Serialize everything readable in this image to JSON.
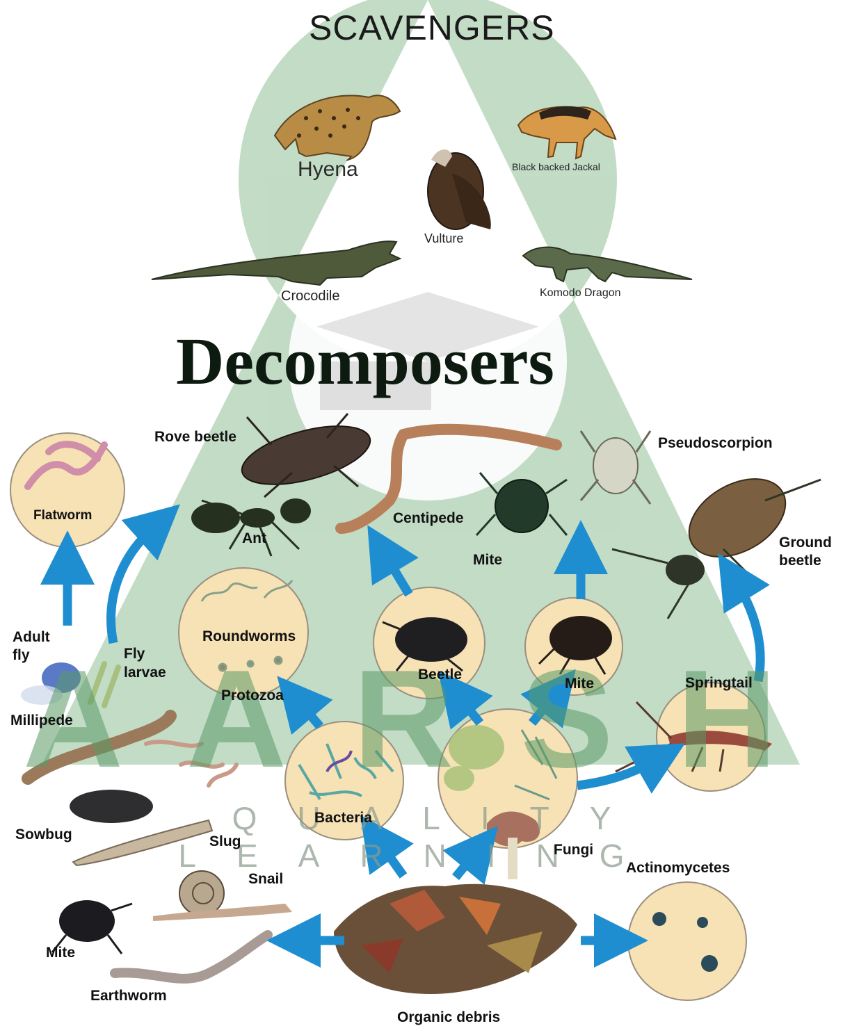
{
  "titles": {
    "scavengers": "SCAVENGERS",
    "decomposers": "Decomposers"
  },
  "scavengers": {
    "hyena": "Hyena",
    "jackal": "Black backed Jackal",
    "vulture": "Vulture",
    "crocodile": "Crocodile",
    "komodo": "Komodo Dragon"
  },
  "organisms": {
    "rove_beetle": "Rove beetle",
    "pseudoscorpion": "Pseudoscorpion",
    "flatworm": "Flatworm",
    "ant": "Ant",
    "centipede": "Centipede",
    "mite_top": "Mite",
    "ground_beetle_1": "Ground",
    "ground_beetle_2": "beetle",
    "adult_fly_1": "Adult",
    "adult_fly_2": "fly",
    "fly_larvae_1": "Fly",
    "fly_larvae_2": "larvae",
    "roundworms": "Roundworms",
    "protozoa": "Protozoa",
    "beetle": "Beetle",
    "mite_mid": "Mite",
    "springtail": "Springtail",
    "millipede": "Millipede",
    "bacteria": "Bacteria",
    "fungi": "Fungi",
    "sowbug": "Sowbug",
    "slug": "Slug",
    "snail": "Snail",
    "actinomycetes": "Actinomycetes",
    "mite_bottom": "Mite",
    "earthworm": "Earthworm",
    "organic_debris": "Organic debris"
  },
  "watermark": {
    "letters": [
      "A",
      "A",
      "R",
      "S",
      "H"
    ],
    "tagline": "QUALITY LEARNING"
  },
  "colors": {
    "watermark_green": "#5a9a66",
    "arrow_blue": "#1f8ed0",
    "circle_fill": "#f6e2b4",
    "circle_stroke": "#9a8f80"
  }
}
